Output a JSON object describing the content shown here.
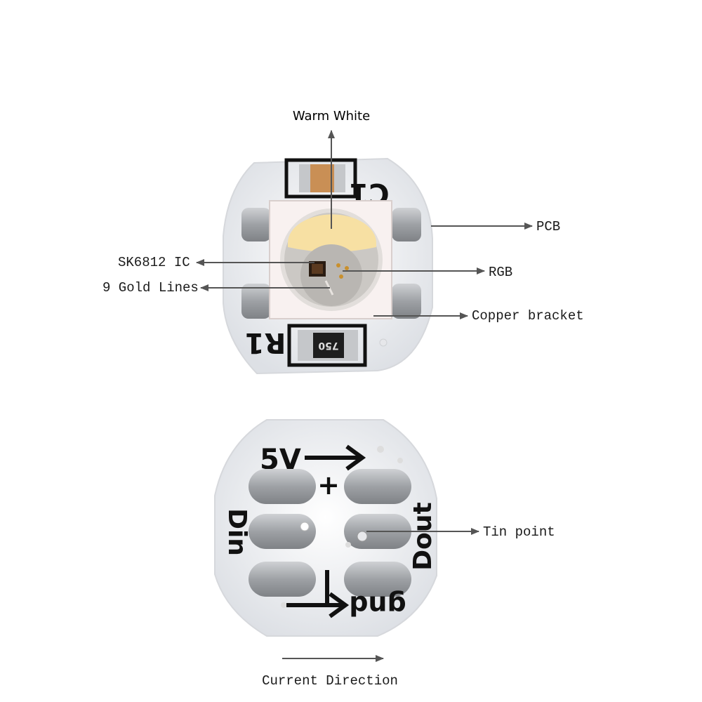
{
  "labels": {
    "warm_white": "Warm White",
    "pcb": "PCB",
    "sk6812": "SK6812 IC",
    "rgb": "RGB",
    "gold_lines": "9 Gold Lines",
    "copper_bracket": "Copper bracket",
    "tin_point": "Tin point",
    "current_direction": "Current Direction"
  },
  "silkscreen": {
    "c1": "C1",
    "r1": "R1",
    "resistor_value": "750",
    "v5": "5V",
    "plus": "+",
    "din": "Din",
    "dout": "Dout",
    "gnd": "gnd"
  },
  "colors": {
    "pcb": "#f1f2f4",
    "pad": "#a9abae",
    "warm_white": "#f7e0a3",
    "arrow": "#555555"
  }
}
